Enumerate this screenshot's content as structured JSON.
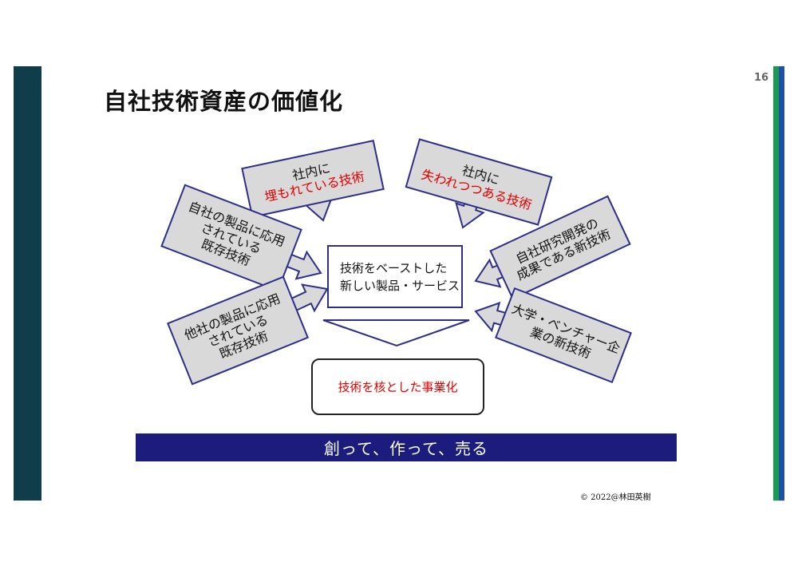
{
  "slide": {
    "page_number": "16",
    "title": "自社技術資産の価値化",
    "copyright": "© 2022@林田英樹"
  },
  "colors": {
    "left_band": "#0f3d4a",
    "right_band_green": "#1a9a52",
    "right_band_blue": "#1f4fa8",
    "callout_fill": "#d9d9d9",
    "callout_border": "#2e2e8a",
    "highlight_text": "#e00000",
    "slogan_bar": "#1c1c7c"
  },
  "diagram": {
    "callouts": [
      {
        "lines": [
          {
            "text": "社内に",
            "red": false
          },
          {
            "text": "埋もれている技術",
            "red": true
          }
        ]
      },
      {
        "lines": [
          {
            "text": "社内に",
            "red": false
          },
          {
            "text": "失われつつある技術",
            "red": true
          }
        ]
      },
      {
        "lines": [
          {
            "text": "自社の製品に応用",
            "red": false
          },
          {
            "text": "されている",
            "red": false
          },
          {
            "text": "既存技術",
            "red": false
          }
        ]
      },
      {
        "lines": [
          {
            "text": "他社の製品に応用",
            "red": false
          },
          {
            "text": "されている",
            "red": false
          },
          {
            "text": "既存技術",
            "red": false
          }
        ]
      },
      {
        "lines": [
          {
            "text": "自社研究開発の",
            "red": false
          },
          {
            "text": "成果である新技術",
            "red": false
          }
        ]
      },
      {
        "lines": [
          {
            "text": "大学・ベンチャー企",
            "red": false
          },
          {
            "text": "業の新技術",
            "red": false
          }
        ]
      }
    ],
    "center_box": {
      "line1": "技術をベーストした",
      "line2": "新しい製品・サービス"
    },
    "result_box": "技術を核とした事業化",
    "slogan": "創って、作って、売る"
  }
}
